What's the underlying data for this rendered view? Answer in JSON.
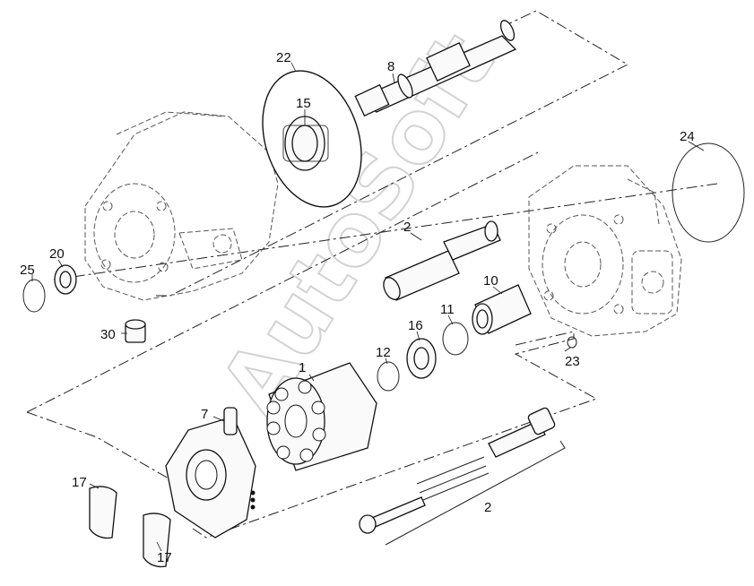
{
  "watermark": "AutoSoft",
  "callouts": {
    "c1": "1",
    "c2a": "2",
    "c2b": "2",
    "c7": "7",
    "c8": "8",
    "c10": "10",
    "c11": "11",
    "c12": "12",
    "c15": "15",
    "c16": "16",
    "c17a": "17",
    "c17b": "17",
    "c20": "20",
    "c22": "22",
    "c23": "23",
    "c24": "24",
    "c25": "25",
    "c30": "30"
  }
}
